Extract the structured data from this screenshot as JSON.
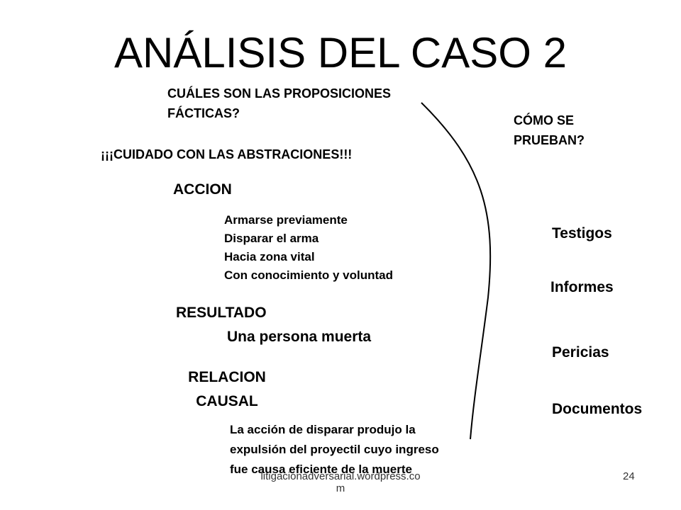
{
  "slide": {
    "title": "ANÁLISIS DEL CASO 2",
    "question_facts": [
      "CUÁLES SON LAS PROPOSICIONES",
      "FÁCTICAS?"
    ],
    "warning": "¡¡¡CUIDADO CON LAS ABSTRACIONES!!!",
    "question_proof": [
      "CÓMO SE",
      "PRUEBAN?"
    ],
    "accion": {
      "heading": "ACCION",
      "items": [
        "Armarse previamente",
        "Disparar el arma",
        "Hacia zona vital",
        "Con conocimiento y voluntad"
      ]
    },
    "resultado": {
      "heading": "RESULTADO",
      "detail": "Una persona muerta"
    },
    "relacion": {
      "heading": [
        "RELACION",
        "CAUSAL"
      ],
      "detail": [
        "La acción de disparar produjo la",
        "expulsión del proyectil cuyo ingreso",
        "fue causa eficiente de la muerte"
      ]
    },
    "evidence": [
      "Testigos",
      "Informes",
      "Pericias",
      "Documentos"
    ],
    "footer": {
      "source": [
        "litigacionadversarial.wordpress.co",
        "m"
      ],
      "page_number": "24"
    }
  }
}
